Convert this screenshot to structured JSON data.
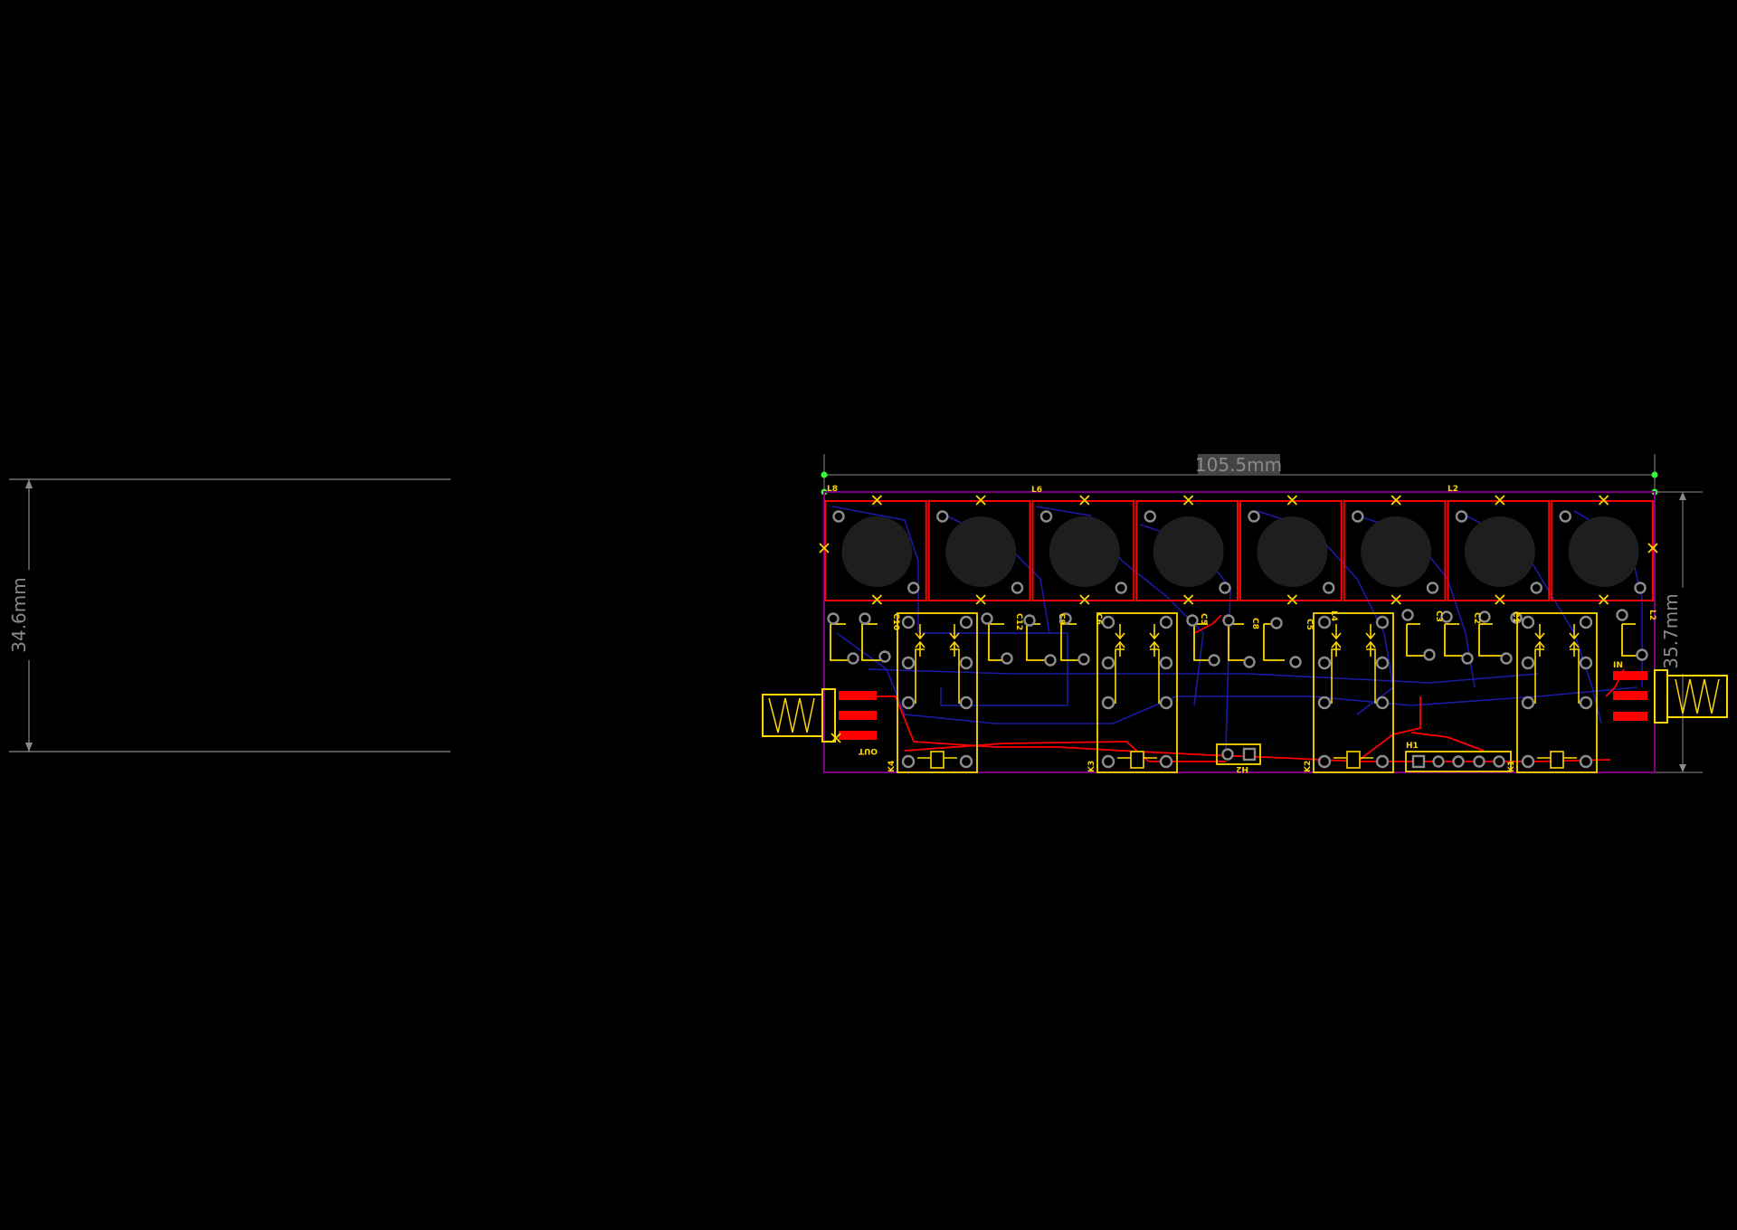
{
  "left_panel": {
    "height_dimension": "34.6mm"
  },
  "board": {
    "width_dimension": "105.5mm",
    "height_dimension": "35.7mm",
    "inductor_count": 8,
    "relay_labels": [
      "K4",
      "K3",
      "K2",
      "K1"
    ],
    "designators": {
      "top_left": "L8",
      "l6": "L6",
      "l2": "L2",
      "c10": "C10",
      "c12": "C12",
      "c9": "C9",
      "c6": "C6",
      "c8": "C8",
      "c5": "C5",
      "l4": "L4",
      "c3": "C3",
      "c2": "C2",
      "c1": "C1",
      "h1": "H1",
      "h2": "H2",
      "in": "IN",
      "out": "OUT"
    },
    "colors": {
      "background": "#000000",
      "board_outline": "#800080",
      "top_copper": "#ff0000",
      "bottom_copper": "#1a1aa8",
      "silkscreen": "#ffd700",
      "pad": "#8c8c8c",
      "inductor_body": "#1e1e1e",
      "dimension": "#8a8a8a",
      "marker": "#33ff33"
    }
  }
}
